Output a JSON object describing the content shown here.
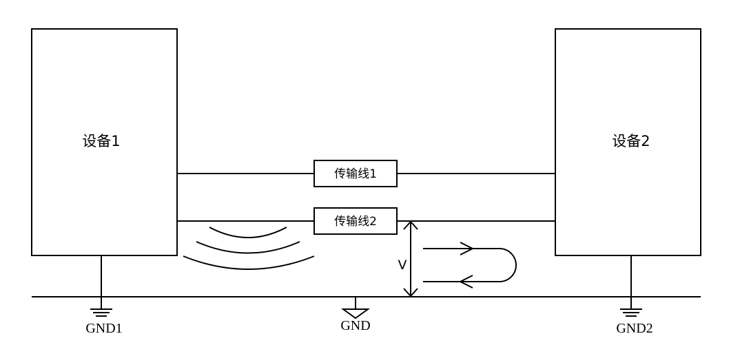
{
  "devices": [
    {
      "id": "device1",
      "label": "设备1"
    },
    {
      "id": "device2",
      "label": "设备2"
    }
  ],
  "lines": [
    {
      "id": "line1",
      "label": "传输线1"
    },
    {
      "id": "line2",
      "label": "传输线2"
    }
  ],
  "grounds": {
    "gnd1": "GND1",
    "gnd": "GND",
    "gnd2": "GND2"
  },
  "voltage_label": "V",
  "colors": {
    "stroke": "#000000",
    "background": "#ffffff"
  }
}
